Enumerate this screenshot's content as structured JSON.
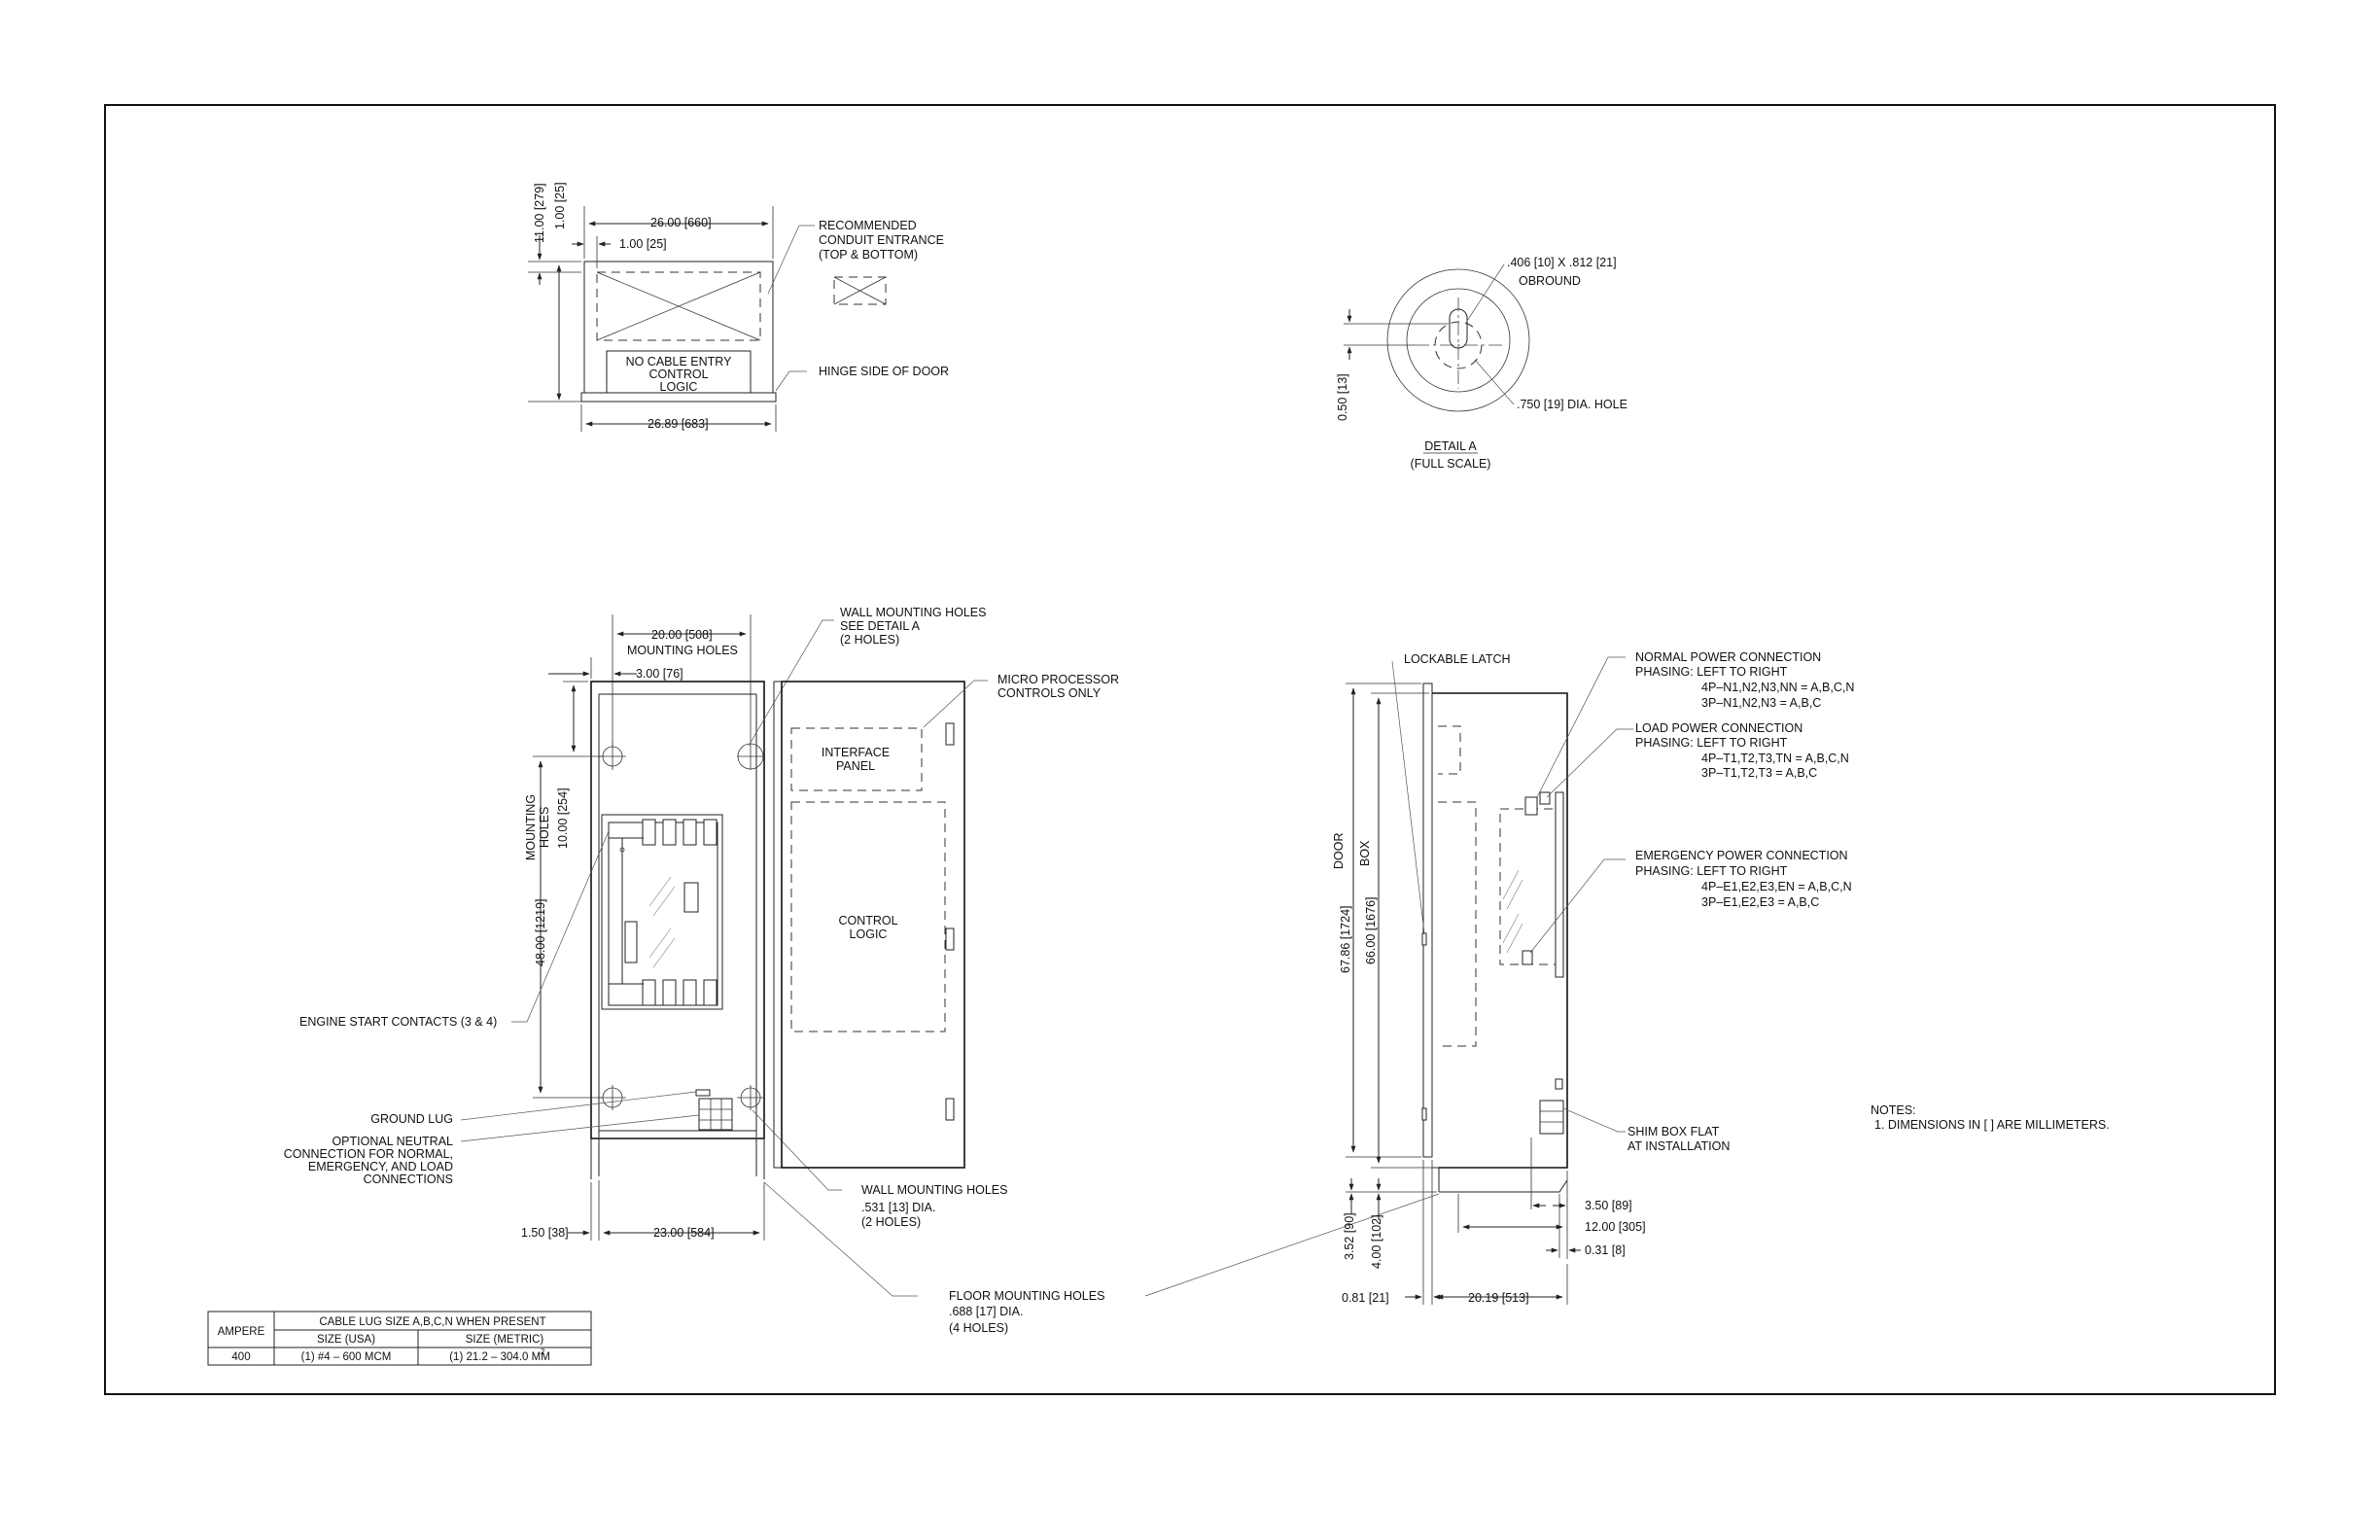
{
  "top_view": {
    "dim_width": "26.00 [660]",
    "dim_offset": "1.00 [25]",
    "dim_depth": "11.00 [279]",
    "dim_lip": "1.00 [25]",
    "dim_overall": "26.89 [683]",
    "box_text": [
      "NO CABLE ENTRY",
      "CONTROL",
      "LOGIC"
    ],
    "callout_conduit": [
      "RECOMMENDED",
      "CONDUIT ENTRANCE",
      "(TOP & BOTTOM)"
    ],
    "callout_hinge": "HINGE SIDE OF DOOR"
  },
  "detail_a": {
    "obround": [
      ".406 [10] X .812 [21]",
      "OBROUND"
    ],
    "hole": ".750 [19] DIA. HOLE",
    "dim": "0.50 [13]",
    "title": "DETAIL A",
    "subtitle": "(FULL SCALE)"
  },
  "front_view": {
    "dim_mount_width": [
      "20.00 [508]",
      "MOUNTING HOLES"
    ],
    "dim_offset": "3.00 [76]",
    "dim_mount_vert_label": [
      "MOUNTING",
      "HOLES"
    ],
    "dim_top": "10.00 [254]",
    "dim_vert": "48.00 [1219]",
    "dim_side": "1.50 [38]",
    "dim_floor": "23.00 [584]",
    "engine_start": "ENGINE START CONTACTS (3 & 4)",
    "ground_lug": "GROUND LUG",
    "neutral": [
      "OPTIONAL NEUTRAL",
      "CONNECTION FOR NORMAL,",
      "EMERGENCY, AND LOAD",
      "CONNECTIONS"
    ],
    "wall_top": [
      "WALL MOUNTING HOLES",
      "SEE DETAIL A",
      "(2 HOLES)"
    ],
    "wall_bottom": [
      "WALL MOUNTING HOLES",
      ".531 [13] DIA.",
      "(2 HOLES)"
    ],
    "floor": [
      "FLOOR MOUNTING HOLES",
      ".688 [17] DIA.",
      "(4 HOLES)"
    ]
  },
  "door_view": {
    "micro": [
      "MICRO PROCESSOR",
      "CONTROLS ONLY"
    ],
    "interface": [
      "INTERFACE",
      "PANEL"
    ],
    "control": [
      "CONTROL",
      "LOGIC"
    ]
  },
  "side_view": {
    "latch": "LOCKABLE LATCH",
    "door_label": "DOOR",
    "box_label": "BOX",
    "dim_door": "67.86 [1724]",
    "dim_box": "66.00 [1676]",
    "normal": [
      "NORMAL POWER CONNECTION",
      "PHASING: LEFT TO RIGHT",
      "4P–N1,N2,N3,NN = A,B,C,N",
      "3P–N1,N2,N3 = A,B,C"
    ],
    "load": [
      "LOAD POWER CONNECTION",
      "PHASING: LEFT TO RIGHT",
      "4P–T1,T2,T3,TN = A,B,C,N",
      "3P–T1,T2,T3 = A,B,C"
    ],
    "emergency": [
      "EMERGENCY POWER CONNECTION",
      "PHASING: LEFT TO RIGHT",
      "4P–E1,E2,E3,EN = A,B,C,N",
      "3P–E1,E2,E3 = A,B,C"
    ],
    "shim": [
      "SHIM BOX FLAT",
      "AT INSTALLATION"
    ],
    "dim_350": "3.50 [89]",
    "dim_1200": "12.00 [305]",
    "dim_031": "0.31 [8]",
    "dim_352": "3.52 [90]",
    "dim_400": "4.00 [102]",
    "dim_081": "0.81 [21]",
    "dim_2019": "20.19 [513]"
  },
  "notes": {
    "title": "NOTES:",
    "items": [
      "1. DIMENSIONS IN [ ] ARE MILLIMETERS."
    ]
  },
  "cable_table": {
    "col_ampere": "AMPERE",
    "header": "CABLE LUG SIZE A,B,C,N WHEN PRESENT",
    "col_usa": "SIZE (USA)",
    "col_metric": "SIZE (METRIC)",
    "rows": [
      {
        "ampere": "400",
        "usa": "(1) #4 – 600 MCM",
        "metric": "(1) 21.2 – 304.0 MM",
        "metric_sup": "2"
      }
    ]
  }
}
